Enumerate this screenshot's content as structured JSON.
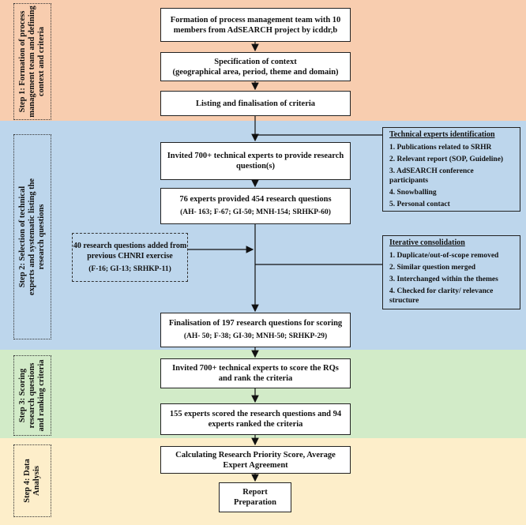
{
  "colors": {
    "step1": "#f8cdaf",
    "step2": "#bdd6ec",
    "step3": "#d2ebc8",
    "step4": "#fdeeca"
  },
  "steps": [
    {
      "label_lines": [
        "Step 1: Formation of process",
        "management team and defining",
        "context and criteria"
      ]
    },
    {
      "label_lines": [
        "Step 2: Selection of technical",
        "experts and systematic listing the",
        "research questions"
      ]
    },
    {
      "label_lines": [
        "Step 3: Scoring",
        "research questions",
        "and ranking criteria"
      ]
    },
    {
      "label_lines": [
        "Step 4: Data",
        "Analysis"
      ]
    }
  ],
  "boxes": {
    "formation": "Formation of process management team with 10 members from AdSEARCH project by icddr,b",
    "context_title": "Specification of context",
    "context_sub": "(geographical area, period, theme and domain)",
    "criteria": "Listing and finalisation of criteria",
    "invited": "Invited 700+ technical experts to provide research question(s)",
    "provided": "76 experts provided 454 research questions",
    "provided_sub": "(AH- 163; F-67; GI-50; MNH-154; SRHKP-60)",
    "added": "40 research questions added from previous CHNRI exercise",
    "added_sub": "(F-16; GI-13; SRHKP-11)",
    "final": "Finalisation of 197 research questions for scoring",
    "final_sub": "(AH- 50; F-38; GI-30; MNH-50; SRHKP-29)",
    "score": "Invited 700+ technical experts to score the RQs and rank the criteria",
    "scored": "155 experts scored the research questions and 94 experts ranked the criteria",
    "calc": "Calculating Research Priority Score, Average Expert Agreement",
    "report": "Report Preparation"
  },
  "experts_panel": {
    "title": "Technical experts identification",
    "items": [
      "1. Publications related to SRHR",
      "2. Relevant report (SOP, Guideline)",
      "3. AdSEARCH conference participants",
      "4. Snowballing",
      "5. Personal contact"
    ]
  },
  "consolidation_panel": {
    "title": "Iterative consolidation",
    "items": [
      "1. Duplicate/out-of-scope removed",
      "2. Similar question merged",
      "3. Interchanged within the themes",
      "4. Checked for clarity/ relevance structure"
    ]
  }
}
